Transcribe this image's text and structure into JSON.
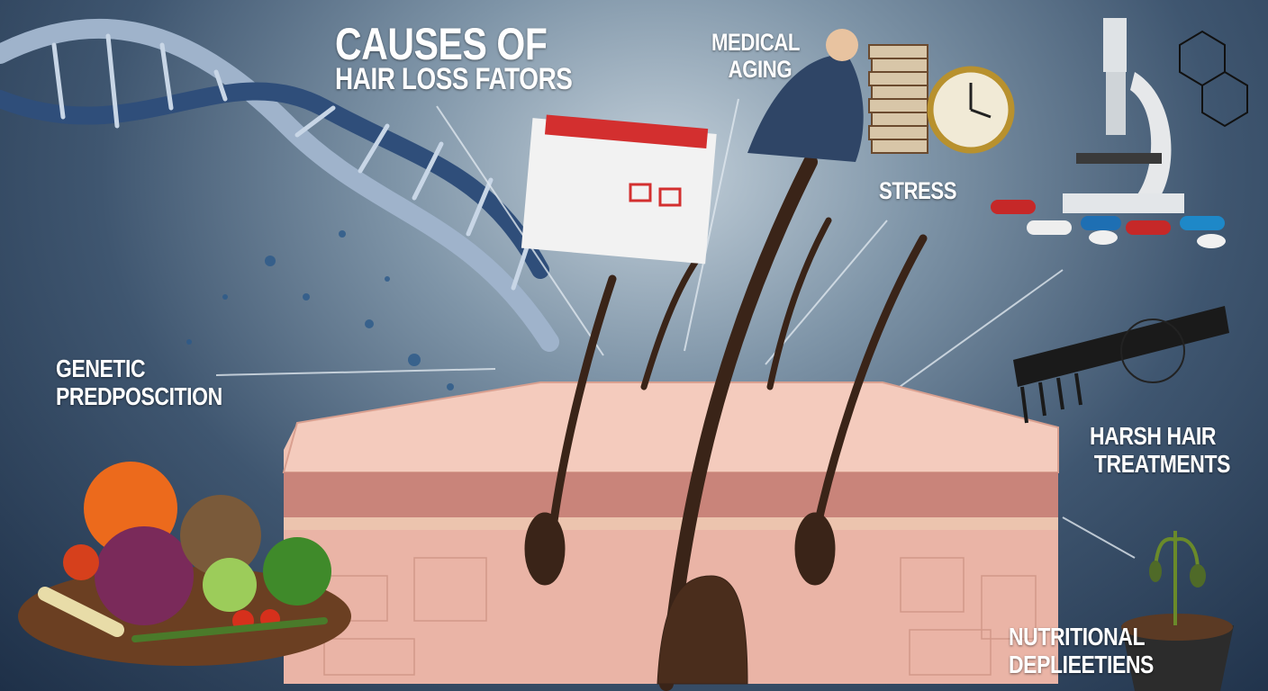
{
  "title": {
    "line1": "CAUSES OF",
    "line2": "HAIR LOSS FATORS"
  },
  "factors": [
    {
      "id": "medical-aging",
      "line1": "MEDICAL",
      "line2": "AGING"
    },
    {
      "id": "stress",
      "line1": "STRESS",
      "line2": ""
    },
    {
      "id": "genetic",
      "line1": "GENETIC",
      "line2": "PREDPOSCITION"
    },
    {
      "id": "harsh-treatments",
      "line1": "HARSH HAIR",
      "line2": "TREATMENTS"
    },
    {
      "id": "nutritional",
      "line1": "NUTRITIONAL",
      "line2": "DEPLIEETIENS"
    }
  ],
  "colors": {
    "skin": "#e9b3a4",
    "dermis": "#c9847a",
    "hair": "#3a2418",
    "background": "#3f5670",
    "calendar_accent": "#d32f2f"
  },
  "icons": [
    "dna-helix-icon",
    "calendar-icon",
    "person-stress-icon",
    "clock-icon",
    "books-icon",
    "microscope-icon",
    "pills-icon",
    "molecule-icon",
    "comb-icon",
    "wilted-plant-icon",
    "vegetables-plate-icon",
    "skin-cross-section-icon"
  ]
}
